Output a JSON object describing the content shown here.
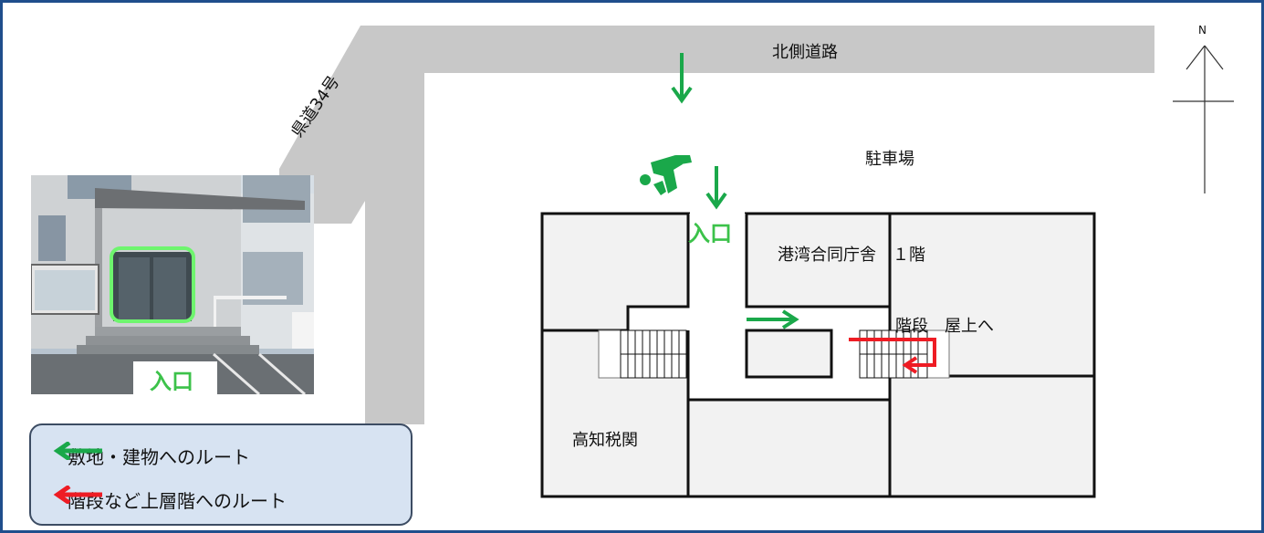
{
  "map": {
    "north_road": "北側道路",
    "prefectural_road": "県道34号",
    "parking": "駐車場",
    "entrance_floorplan": "入口",
    "building_floor": "港湾合同庁舎　１階",
    "stairs_label": "階段　屋上へ",
    "customs_office": "高知税関",
    "north_mark": "N"
  },
  "photo": {
    "entrance_label": "入口"
  },
  "legend": {
    "items": [
      {
        "label": "敷地・建物へのルート",
        "color": "#1aa84a"
      },
      {
        "label": "階段など上層階へのルート",
        "color": "#ee1c24"
      }
    ]
  },
  "colors": {
    "frame": "#1f4e8c",
    "road": "#c8c8c8",
    "room_fill": "#f2f2f2",
    "wall": "#111111",
    "route_green": "#1aa84a",
    "route_red": "#ee1c24",
    "label_green": "#3cc24a",
    "legend_bg": "#d7e3f2"
  },
  "icons": [
    "walking-person-icon",
    "north-arrow-icon",
    "arrow-down-icon",
    "arrow-right-icon",
    "arrow-left-icon"
  ]
}
